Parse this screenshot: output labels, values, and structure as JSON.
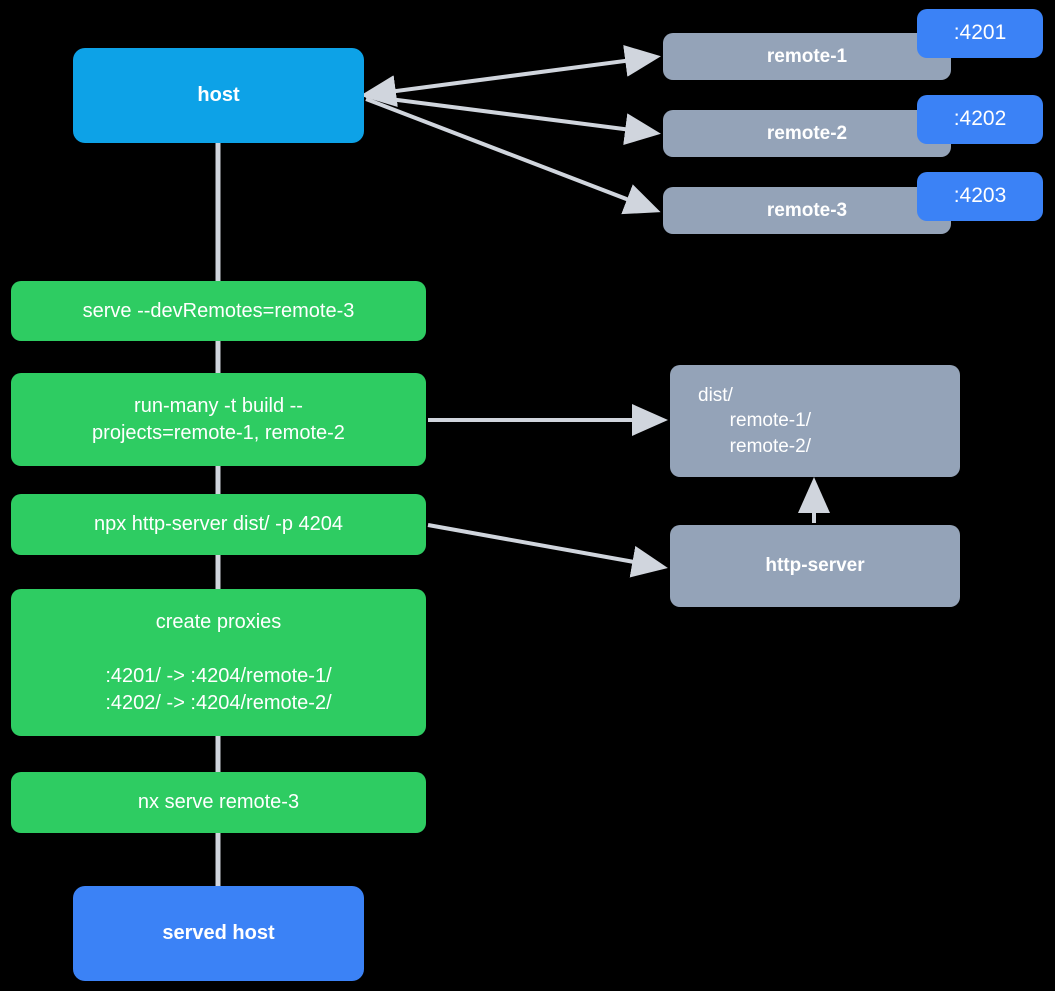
{
  "diagram": {
    "title": "Nx host and remotes serve flow",
    "background": "#000000",
    "colors": {
      "host": "#0da2e7",
      "served_host": "#3b82f6",
      "remote": "#94a3b8",
      "badge": "#3b82f6",
      "command": "#2ecc62",
      "connector": "#d0d5dd",
      "text": "#ffffff"
    }
  },
  "nodes": {
    "host": {
      "label": "host"
    },
    "served_host": {
      "label": "served host"
    },
    "remotes": [
      {
        "label": "remote-1",
        "port_badge": ":4201"
      },
      {
        "label": "remote-2",
        "port_badge": ":4202"
      },
      {
        "label": "remote-3",
        "port_badge": ":4203"
      }
    ],
    "commands": [
      {
        "label": "serve --devRemotes=remote-3"
      },
      {
        "label": "run-many -t build --\nprojects=remote-1, remote-2"
      },
      {
        "label": "npx http-server dist/ -p 4204"
      },
      {
        "label": "create proxies\n\n:4201/ -> :4204/remote-1/\n:4202/ -> :4204/remote-2/"
      },
      {
        "label": "nx serve remote-3"
      }
    ],
    "dist": {
      "label": "dist/\n      remote-1/\n      remote-2/"
    },
    "http_server": {
      "label": "http-server"
    }
  }
}
